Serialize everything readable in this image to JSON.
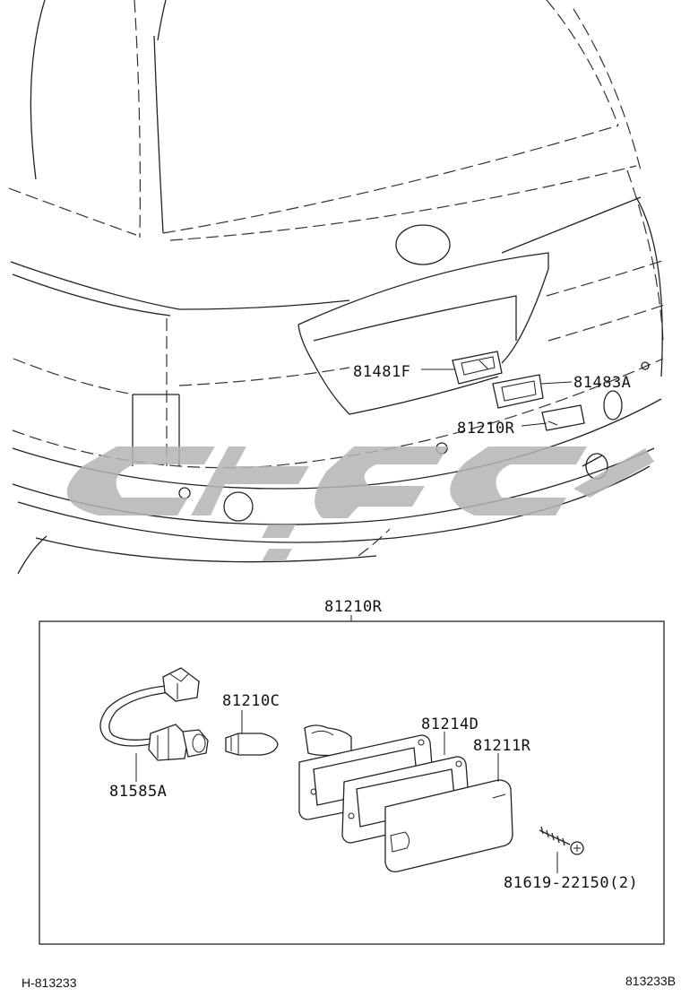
{
  "callouts": {
    "top": [
      "81481F",
      "81483A",
      "81210R"
    ],
    "assembly": "81210R",
    "detail": [
      "81210C",
      "81214D",
      "81211R",
      "81585A",
      "81619-22150(2)"
    ]
  },
  "footer": {
    "left": "H-813233",
    "right": "813233B"
  },
  "watermark": {
    "color": "#b4b4b4"
  }
}
